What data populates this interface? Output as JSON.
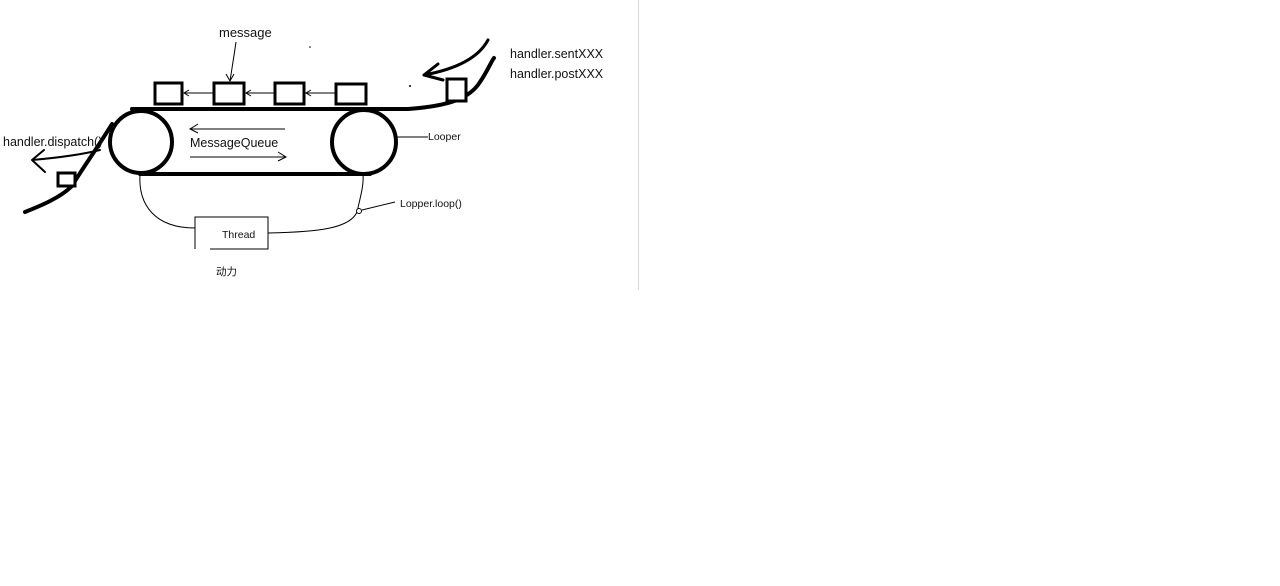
{
  "diagram": {
    "labels": {
      "message": "message",
      "handler_sent": "handler.sentXXX",
      "handler_post": "handler.postXXX",
      "handler_dispatch": "handler.dispatch()",
      "message_queue": "MessageQueue",
      "looper": "Looper",
      "lopper_loop": "Lopper.loop()",
      "thread": "Thread",
      "power": "动力"
    },
    "colors": {
      "ink": "#000000",
      "divider": "#d8d8d8",
      "background": "#ffffff"
    }
  }
}
